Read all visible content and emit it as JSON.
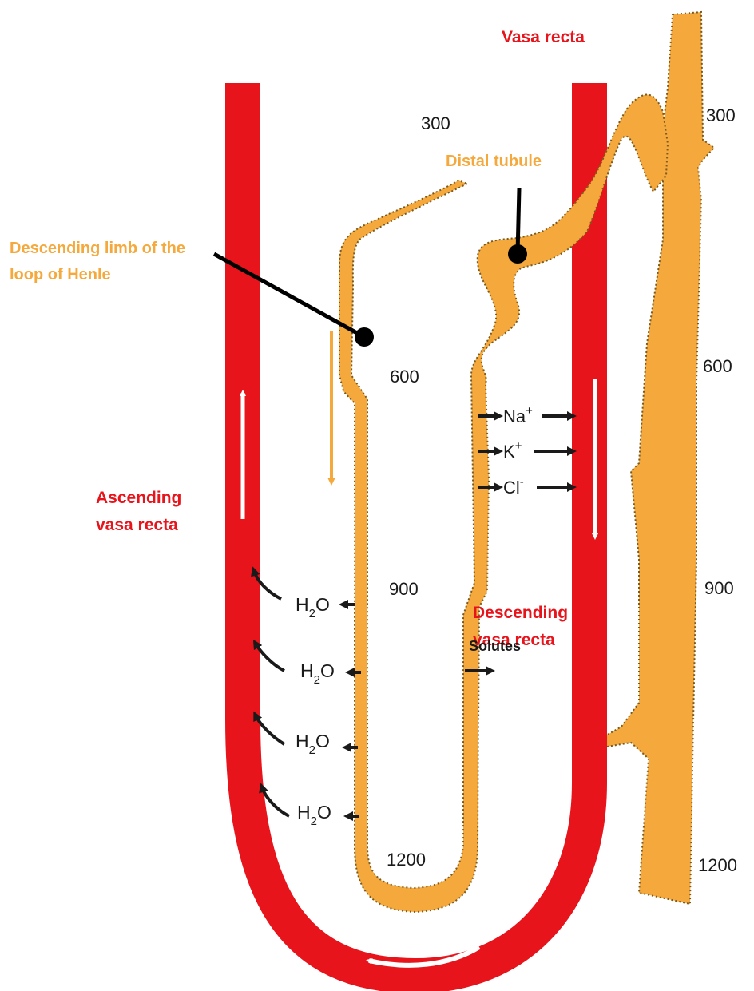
{
  "labels": {
    "vasa_recta": "Vasa recta",
    "distal_tubule": "Distal tubule",
    "descending_limb_line1": "Descending limb of the",
    "descending_limb_line2": "loop of Henle",
    "ascending_vasa_recta_line1": "Ascending",
    "ascending_vasa_recta_line2": "vasa recta",
    "descending_vasa_recta_line1": "Descending",
    "descending_vasa_recta_line2": "vasa recta",
    "solutes": "Solutes"
  },
  "osmolarity": {
    "inner": [
      "300",
      "600",
      "900",
      "1200"
    ],
    "outer": [
      "300",
      "600",
      "900",
      "1200"
    ]
  },
  "ions": [
    {
      "symbol": "Na",
      "charge": "+"
    },
    {
      "symbol": "K",
      "charge": "+"
    },
    {
      "symbol": "Cl",
      "charge": "-"
    }
  ],
  "water": {
    "pre": "H",
    "sub": "2",
    "post": "O"
  },
  "colors": {
    "blood_vessel": "#e8141c",
    "tubule": "#f5a93c",
    "text": "#1a1a1a",
    "arrow_light": "#ffffff"
  }
}
